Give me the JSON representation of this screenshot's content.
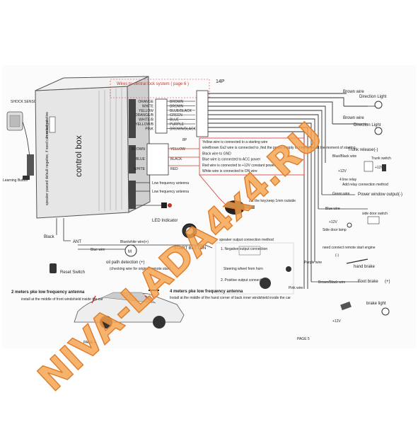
{
  "watermark": {
    "text": "NIVA-LADA4x4.RU",
    "color": "#f4a24e"
  },
  "colors": {
    "wire_red": "#d23a2a",
    "wire_black": "#222222",
    "paper": "#fbfbfb"
  },
  "control_box": {
    "label": "control box",
    "side_note": "speaker passed default negative, if need can select positive",
    "from_output": "from output"
  },
  "connectors": {
    "central_lock_title": "Wires to central lock system ( page 6 )",
    "pin_count": "14P",
    "pin_count_8p": "8P"
  },
  "lock_wires": {
    "left": [
      "ORANGE",
      "WHITE",
      "YELLOW",
      "ORANGE/B",
      "WHITE/B",
      "YELLOW/B",
      "PINK"
    ],
    "right": [
      "BROWN",
      "BROWN",
      "BLUE/BLACK",
      "GREEN",
      "BLUE",
      "PURPLE",
      "BROWN/BLACK"
    ]
  },
  "plug_8p": {
    "left": [
      "BROWN",
      "BLUE",
      "WHITE"
    ],
    "right": [
      "YELLOW",
      "BLACK",
      "RED"
    ]
  },
  "key_wires": [
    "Yellow wire is connected to a starting wire",
    "wireBrown Gs2 wire is connected to ,find the power supply is interrupted at the moment of starting",
    "Black wire to GND",
    "Blue wire is connected to ACC power",
    "Red wire is connected to +12V constant power",
    "White wire is connected to ON wire"
  ],
  "labels": {
    "shock_sensor": "SHOCK SENSOR",
    "learning_button": "Learning Button",
    "low_freq_1": "Low frequency antenna",
    "low_freq_2": "Low frequency antenna",
    "led": "LED Indicator",
    "start_button": "START BUTTON",
    "key_note": "cut the key,keep 1mm outside",
    "black": "Black",
    "ant": "ANT",
    "blue_white": "Blue/white wire(+)",
    "blue_wire": "Blue wire",
    "oil": "oil path detection (+)",
    "oil_note": "(checking wire for original remote start)",
    "reset": "Reset Switch",
    "antenna_2m": "2 meters pke low frequency antenna",
    "antenna_2m_note": "install at the middle of front windshield inside the car",
    "antenna_4m": "4 meters pke low frequency antenna",
    "antenna_4m_note": "Install at the middle of the hand corner of back inner windshield inside the car",
    "speaker_method": "speaker output connection method",
    "steering_pos": "1. Negative output connection",
    "steering_neg": "2. Positive output connection",
    "steering_wheel": "Steering wheel from horn",
    "page4": "PAGE 4",
    "page5": "PAGE 5"
  },
  "right_side": {
    "brown_wire": "Brown wire",
    "dir_light_1": "Direction Light",
    "brown_wire_2": "Brown wire",
    "dir_light_2": "Direction Light",
    "trunk": "Trunk release(-)",
    "blue_black": "Blue/Black wire",
    "trunk_switch": "Trunk switch",
    "relay_4pin": "4 line relay",
    "add_relay": "Add relay connection method",
    "v12a": "+12V",
    "v12b": "+12V",
    "green_wire": "Green wire",
    "power_window": "Power window output(-)",
    "blue_wire": "Blue wire",
    "side_door_switch": "side door switch",
    "v12c": "+12V",
    "side_door_lamp": "Side door lamp",
    "hand_brake_note": "need connect remote start engine",
    "purple_wire": "Purple wire",
    "hand_brake": "hand brake",
    "minus": "(-)",
    "brown_black": "Brown/Black wire",
    "foot_brake": "Foot brake",
    "foot_brake_sign": "(+)",
    "pink_wire": "Pink wire",
    "brake_light": "brake light",
    "v12d": "+12V"
  }
}
